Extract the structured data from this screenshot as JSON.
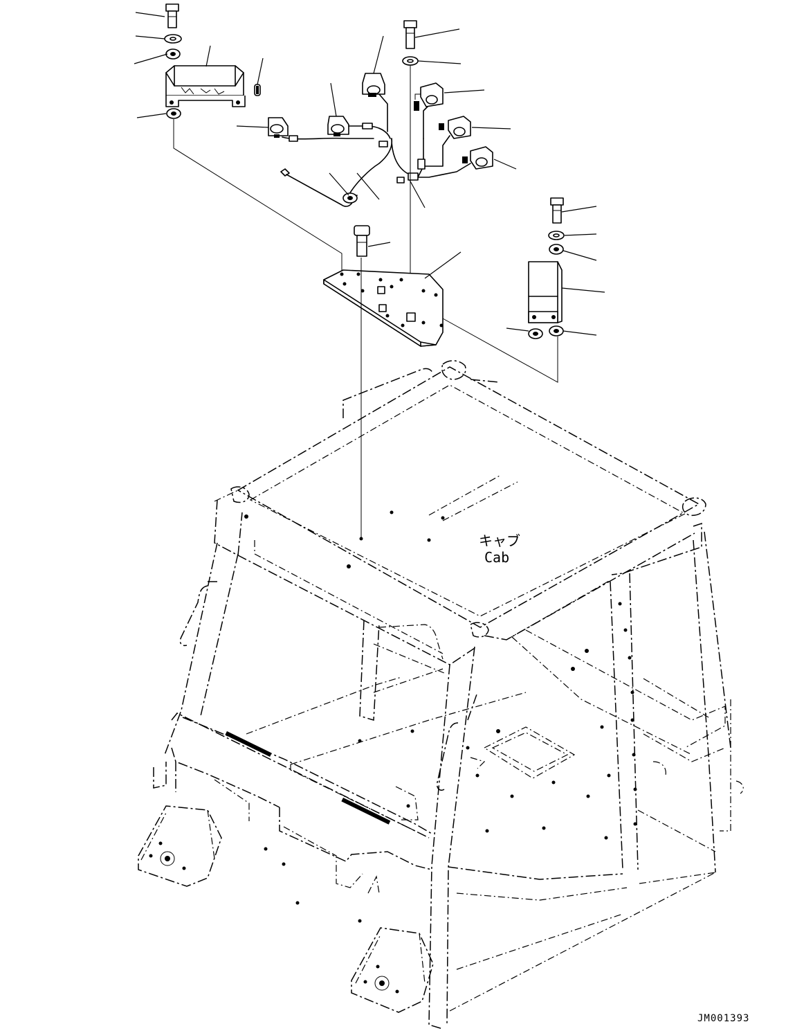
{
  "labels": {
    "cab_jp": "キャブ",
    "cab_en": "Cab",
    "drawing_code": "JM001393"
  }
}
